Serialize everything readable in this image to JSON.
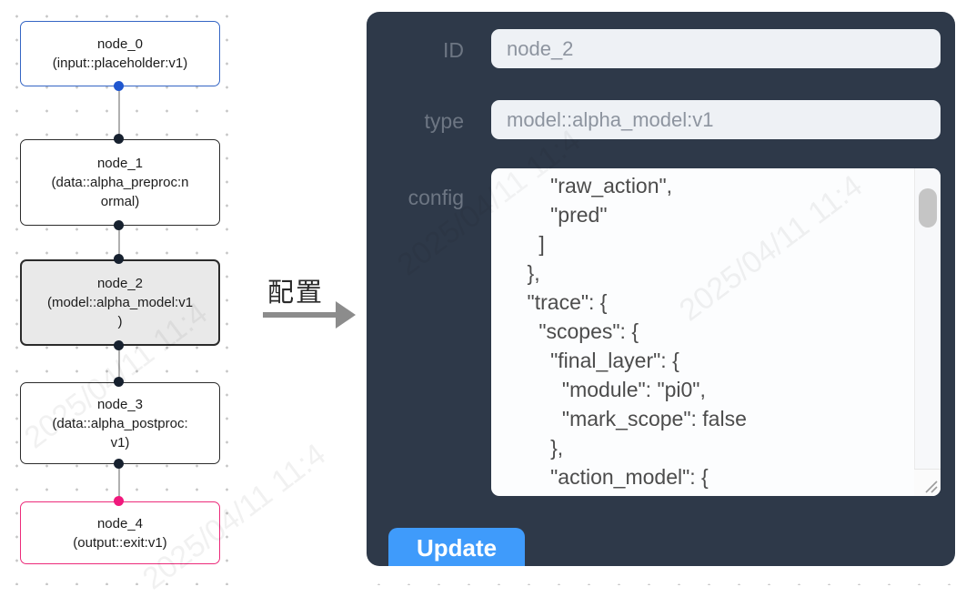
{
  "flow": {
    "nodes": [
      {
        "id": "node_0",
        "title": "node_0",
        "subtitle": "(input::placeholder:v1)",
        "kind": "input"
      },
      {
        "id": "node_1",
        "title": "node_1",
        "subtitle": "(data::alpha_preproc:n\normal)",
        "kind": "processor"
      },
      {
        "id": "node_2",
        "title": "node_2",
        "subtitle": "(model::alpha_model:v1\n)",
        "kind": "model",
        "selected": true
      },
      {
        "id": "node_3",
        "title": "node_3",
        "subtitle": "(data::alpha_postproc:\nv1)",
        "kind": "processor"
      },
      {
        "id": "node_4",
        "title": "node_4",
        "subtitle": "(output::exit:v1)",
        "kind": "output"
      }
    ]
  },
  "transition": {
    "label": "配置"
  },
  "panel": {
    "fields": [
      {
        "label": "ID",
        "value": "node_2"
      },
      {
        "label": "type",
        "value": "model::alpha_model:v1"
      },
      {
        "label": "config",
        "value": "        \"raw_action\",\n        \"pred\"\n      ]\n    },\n    \"trace\": {\n      \"scopes\": {\n        \"final_layer\": {\n          \"module\": \"pi0\",\n          \"mark_scope\": false\n        },\n        \"action_model\": {"
      }
    ],
    "update_button": "Update"
  },
  "watermark": {
    "text": "2025/04/11 11:4"
  },
  "colors": {
    "panel_bg": "#2e3949",
    "button_blue": "#3f9bfb",
    "input_bg": "#eef1f5",
    "input_text": "#8d949f",
    "label_text": "#6d7683",
    "node_border": "#2b2b2b",
    "node_selected_bg": "#e9e9e9",
    "input_node_blue": "#3465c4",
    "output_node_pink": "#ec2b7a",
    "dot_dark": "#17212f",
    "dot_blue": "#1f56cf",
    "dot_pink": "#f0197c",
    "edge_gray": "#b0b0b0",
    "arrow_gray": "#8c8c8c",
    "config_text": "#4c4c4c"
  }
}
